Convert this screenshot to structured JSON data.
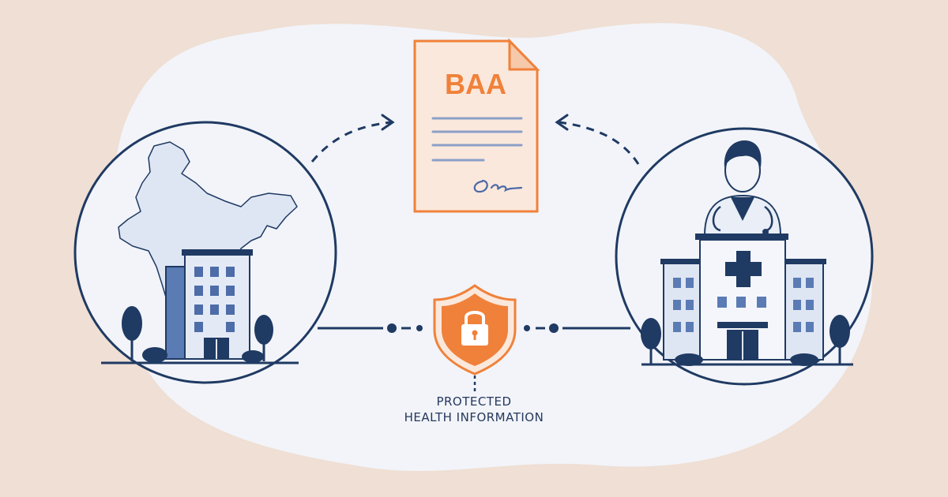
{
  "document": {
    "title": "BAA"
  },
  "center": {
    "label_line1": "PROTECTED",
    "label_line2": "HEALTH INFORMATION"
  },
  "left_node": {
    "icon": "india-map-office-building-icon"
  },
  "right_node": {
    "icon": "doctor-hospital-icon"
  },
  "colors": {
    "background": "#efdfd4",
    "blob": "#f2f4f9",
    "navy": "#1f3a63",
    "orange": "#f0813a",
    "document_fill": "#fbe8dc",
    "building_blue": "#5b7bb5",
    "building_light": "#dfe6f3",
    "text_navy": "#25385e"
  }
}
